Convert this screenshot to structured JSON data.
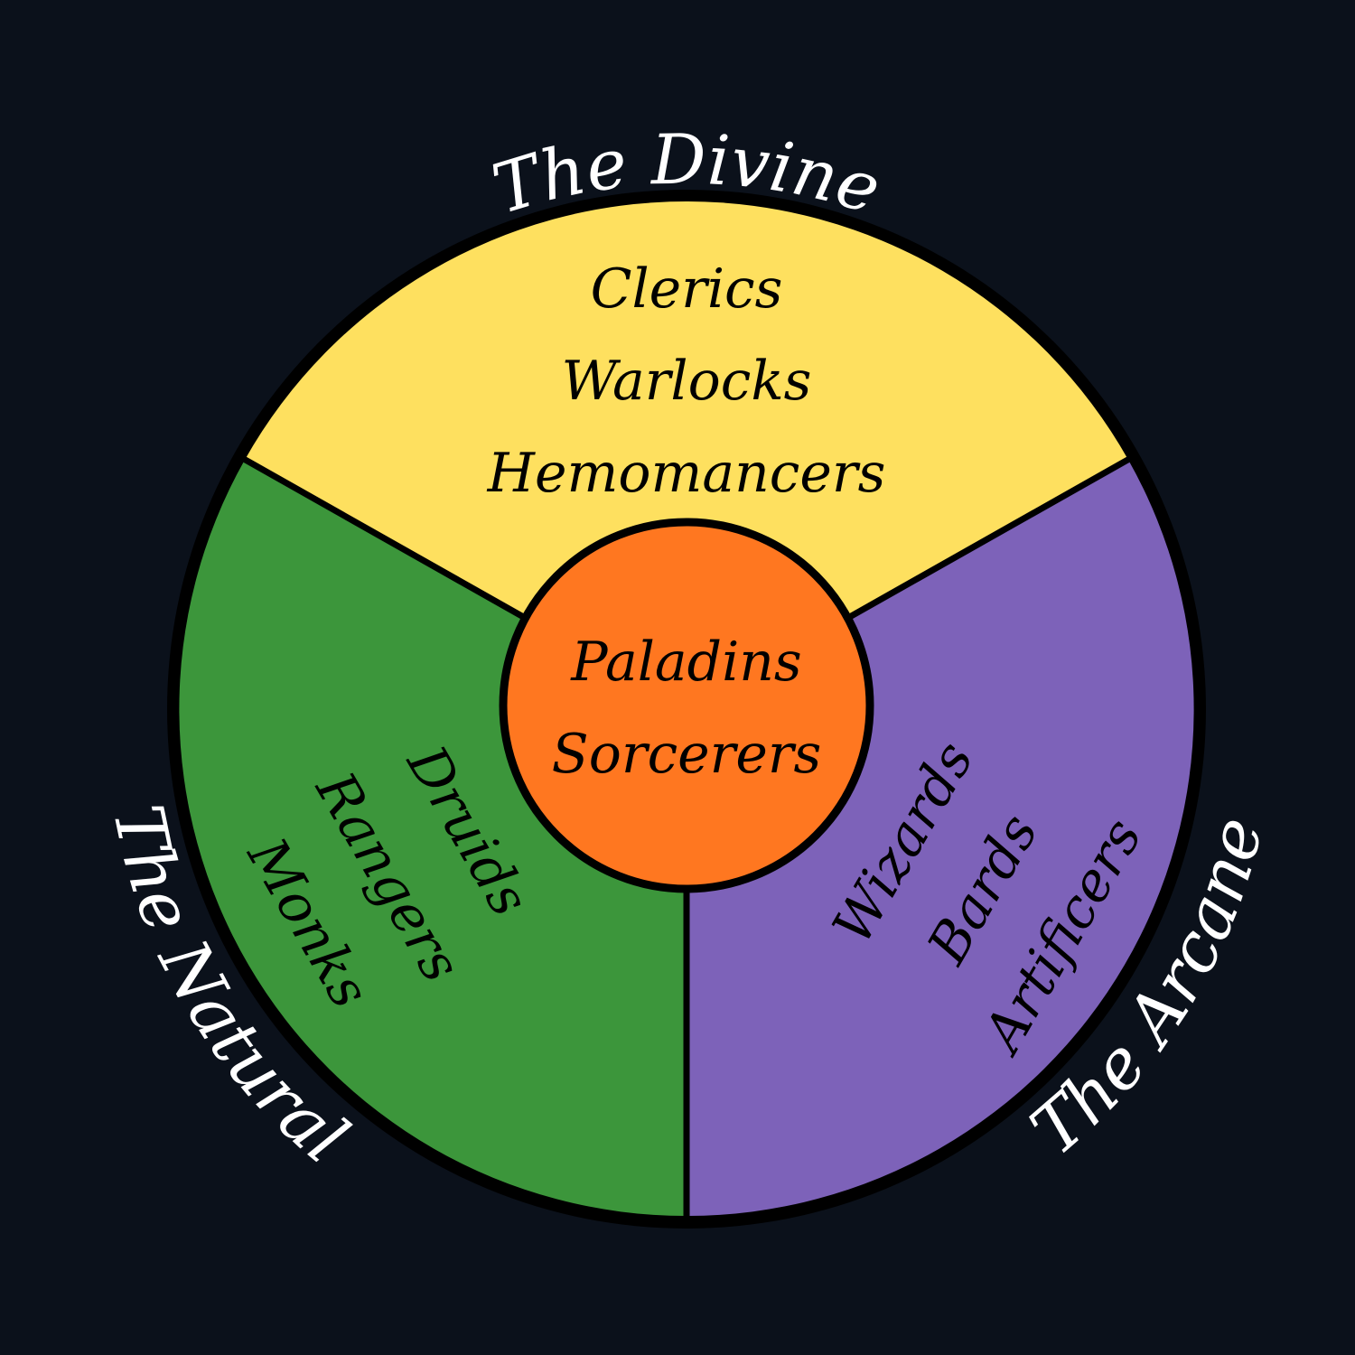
{
  "colors": {
    "background": "#0b111b",
    "divine": "#fee05f",
    "natural": "#3c963b",
    "arcane": "#7d62b9",
    "center": "#ff7720",
    "outline": "#000000",
    "title_text": "#ffffff",
    "item_text": "#000000"
  },
  "sectors": {
    "divine": {
      "title": "The Divine",
      "items": [
        "Clerics",
        "Warlocks",
        "Hemomancers"
      ]
    },
    "natural": {
      "title": "The Natural",
      "items": [
        "Druids",
        "Rangers",
        "Monks"
      ]
    },
    "arcane": {
      "title": "The Arcane",
      "items": [
        "Wizards",
        "Bards",
        "Artificers"
      ]
    }
  },
  "center": {
    "items": [
      "Paladins",
      "Sorcerers"
    ]
  }
}
